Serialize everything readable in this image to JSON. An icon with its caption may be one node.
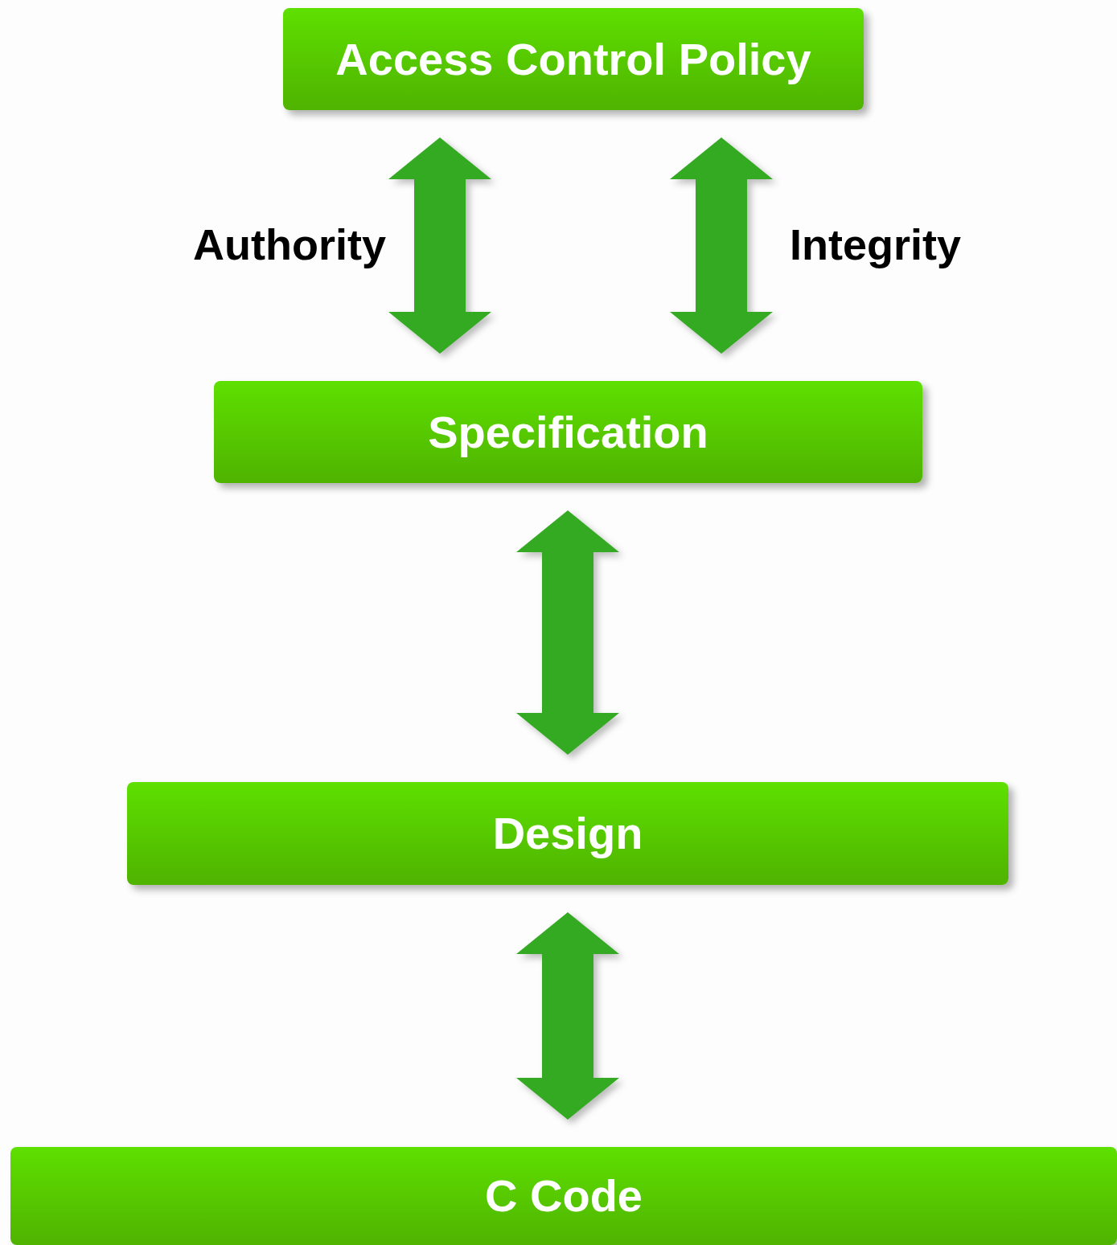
{
  "diagram": {
    "nodes": [
      {
        "text": [
          "Access Control Policy"
        ]
      },
      {
        "text": [
          "Specification"
        ]
      },
      {
        "text": [
          "Design"
        ]
      },
      {
        "text": [
          "C Code"
        ]
      }
    ],
    "edges": [
      {
        "from": 0,
        "to": 1,
        "arrow": "both",
        "label": "Authority"
      },
      {
        "from": 0,
        "to": 1,
        "arrow": "both",
        "label": "Integrity"
      },
      {
        "from": 1,
        "to": 2,
        "arrow": "both"
      },
      {
        "from": 2,
        "to": 3,
        "arrow": "both"
      }
    ]
  }
}
